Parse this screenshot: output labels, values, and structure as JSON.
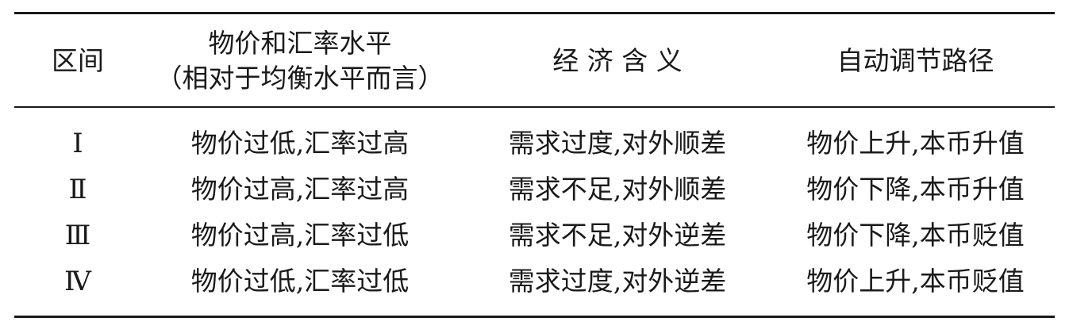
{
  "table": {
    "headers": {
      "interval": "区间",
      "level_line1": "物价和汇率水平",
      "level_line2": "（相对于均衡水平而言）",
      "meaning": "经 济 含 义",
      "path": "自动调节路径"
    },
    "rows": [
      {
        "interval": "Ⅰ",
        "level": "物价过低,汇率过高",
        "meaning": "需求过度,对外顺差",
        "path": "物价上升,本币升值"
      },
      {
        "interval": "Ⅱ",
        "level": "物价过高,汇率过高",
        "meaning": "需求不足,对外顺差",
        "path": "物价下降,本币升值"
      },
      {
        "interval": "Ⅲ",
        "level": "物价过高,汇率过低",
        "meaning": "需求不足,对外逆差",
        "path": "物价下降,本币贬值"
      },
      {
        "interval": "Ⅳ",
        "level": "物价过低,汇率过低",
        "meaning": "需求过度,对外逆差",
        "path": "物价上升,本币贬值"
      }
    ]
  }
}
